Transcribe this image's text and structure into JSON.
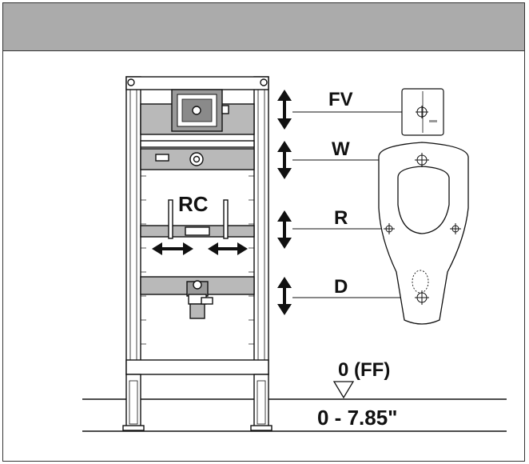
{
  "labels": {
    "fv": "FV",
    "w": "W",
    "r": "R",
    "d": "D",
    "rc": "RC",
    "floor_level": "0 (FF)",
    "floor_range": "0 - 7.85\""
  },
  "colors": {
    "header": "#ababab",
    "frame_fill": "#b9b9b9",
    "line": "#111111"
  }
}
